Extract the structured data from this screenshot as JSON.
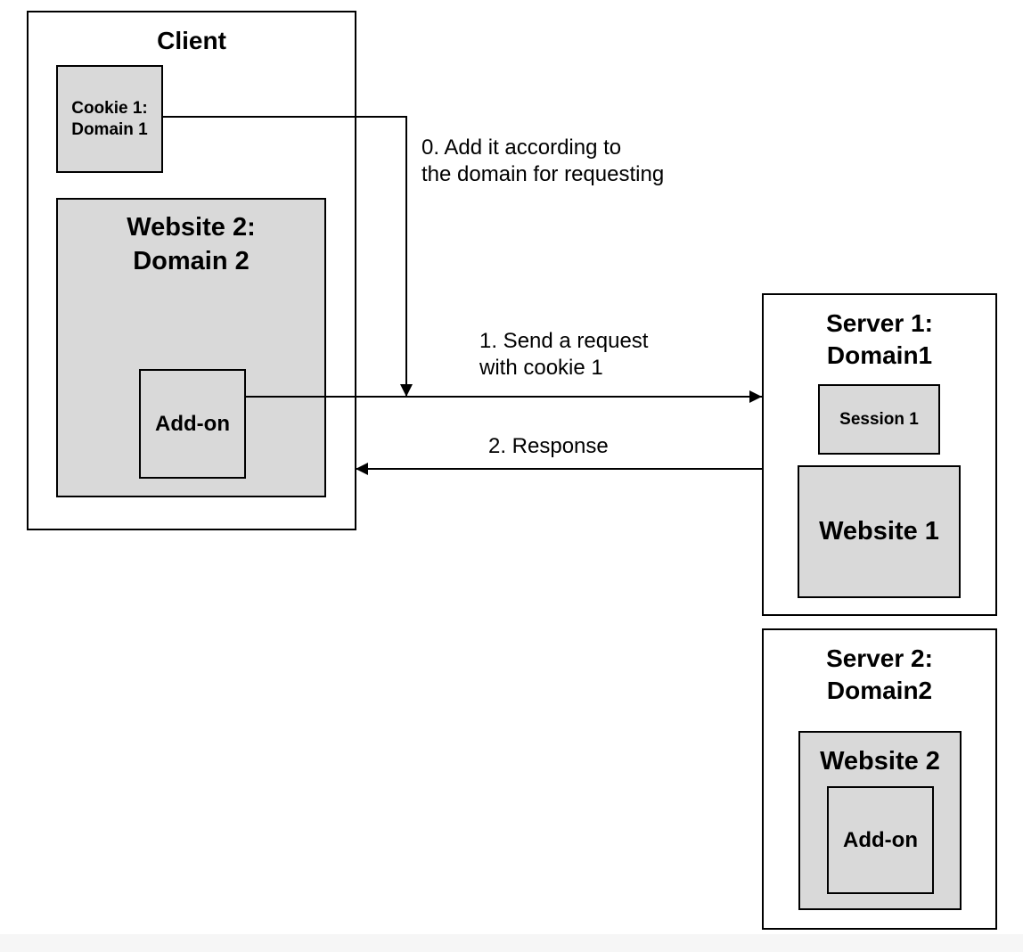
{
  "client": {
    "title": "Client",
    "cookie": {
      "line1": "Cookie 1:",
      "line2": "Domain 1"
    },
    "website": {
      "line1": "Website 2:",
      "line2": "Domain 2"
    },
    "addon": "Add-on"
  },
  "server1": {
    "line1": "Server 1:",
    "line2": "Domain1",
    "session": "Session 1",
    "website": "Website 1"
  },
  "server2": {
    "line1": "Server 2:",
    "line2": "Domain2",
    "website": "Website 2",
    "addon": "Add-on"
  },
  "steps": {
    "step0": {
      "line1": "0. Add it according to",
      "line2": "the domain for requesting"
    },
    "step1": {
      "line1": "1. Send a request",
      "line2": "with cookie 1"
    },
    "step2": "2. Response"
  }
}
